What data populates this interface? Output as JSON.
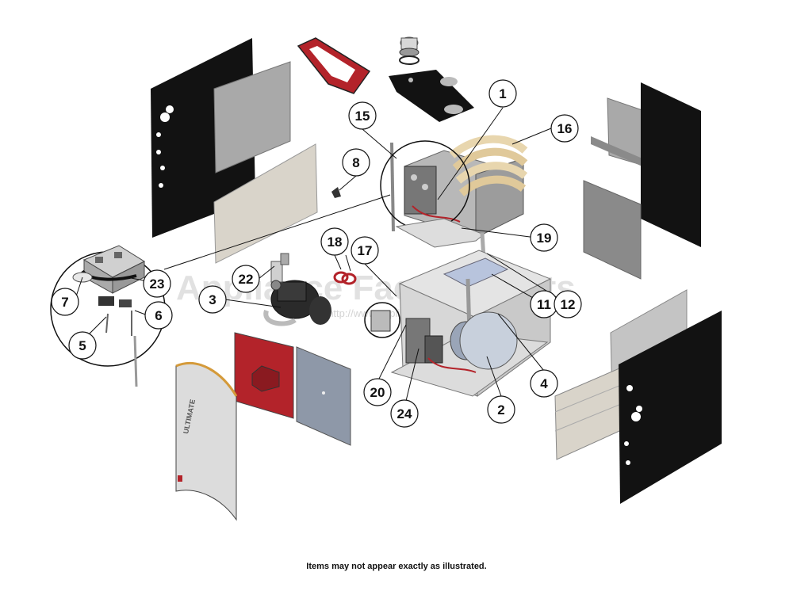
{
  "callouts": [
    {
      "id": "1",
      "label": "1"
    },
    {
      "id": "2",
      "label": "2"
    },
    {
      "id": "3",
      "label": "3"
    },
    {
      "id": "4",
      "label": "4"
    },
    {
      "id": "5",
      "label": "5"
    },
    {
      "id": "6",
      "label": "6"
    },
    {
      "id": "7",
      "label": "7"
    },
    {
      "id": "8",
      "label": "8"
    },
    {
      "id": "11",
      "label": "11"
    },
    {
      "id": "12",
      "label": "12"
    },
    {
      "id": "15",
      "label": "15"
    },
    {
      "id": "16",
      "label": "16"
    },
    {
      "id": "17",
      "label": "17"
    },
    {
      "id": "18",
      "label": "18"
    },
    {
      "id": "19",
      "label": "19"
    },
    {
      "id": "20",
      "label": "20"
    },
    {
      "id": "22",
      "label": "22"
    },
    {
      "id": "23",
      "label": "23"
    },
    {
      "id": "24",
      "label": "24"
    }
  ],
  "watermark": {
    "text": "Appliance Factory Parts",
    "url": "© http://www.appliancefactoryparts.com"
  },
  "panel_logo": "ULTIMATE",
  "footer_note": "Items may not appear exactly as illustrated.",
  "colors": {
    "black_panel": "#121212",
    "gray_panel": "#a9a9a9",
    "beige_panel": "#d9d4ca",
    "red_part": "#b3232a",
    "outline": "#333333",
    "steel_blue": "#8e98a8"
  }
}
